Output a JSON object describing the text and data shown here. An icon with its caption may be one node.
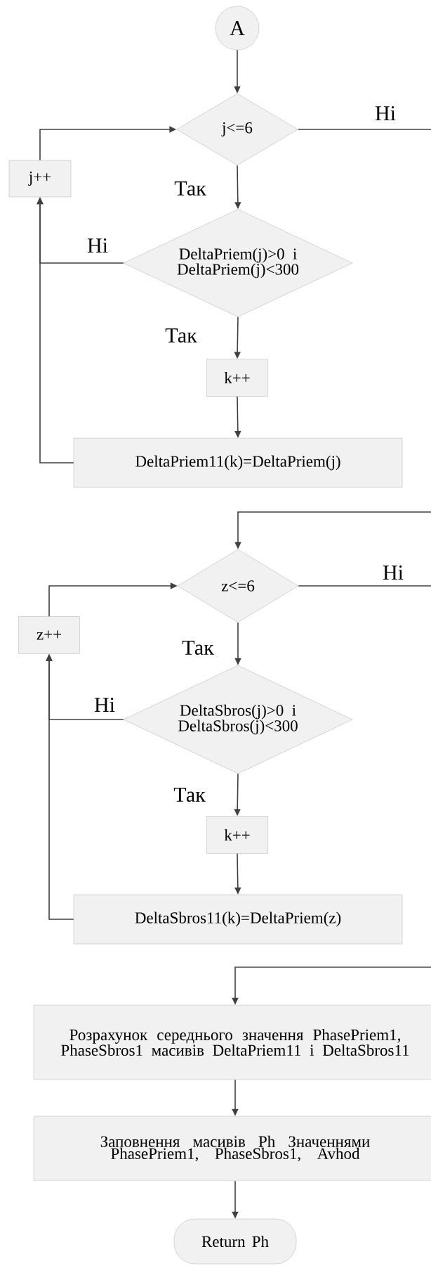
{
  "diagram": {
    "nodes": [
      {
        "text": [
          "A"
        ]
      },
      {
        "text": [
          "j<=6"
        ]
      },
      {
        "text": [
          "j++"
        ]
      },
      {
        "text": [
          "DeltaPriem(j)>0 і DeltaPriem(j)<300"
        ]
      },
      {
        "text": [
          "k++"
        ]
      },
      {
        "text": [
          "DeltaPriem11(k)=DeltaPriem(j)"
        ]
      },
      {
        "text": [
          "z<=6"
        ]
      },
      {
        "text": [
          "z++"
        ]
      },
      {
        "text": [
          "DeltaSbros(j)>0 і DeltaSbros(j)<300"
        ]
      },
      {
        "text": [
          "k++"
        ]
      },
      {
        "text": [
          "DeltaSbros11(k)=DeltaPriem(z)"
        ]
      },
      {
        "text": [
          "Розрахунок середнього значення PhasePriem1, PhaseSbros1 масивів DeltaPriem11 і DeltaSbros11"
        ]
      },
      {
        "text": [
          "Заповнення масивів Ph Значеннями PhasePriem1, PhaseSbros1, Avhod"
        ]
      },
      {
        "text": [
          "Return Ph"
        ]
      }
    ],
    "edges": [
      {
        "from": 0,
        "to": 1,
        "arrow": "to"
      },
      {
        "from": 1,
        "to": null,
        "arrow": "none",
        "label": "Ні"
      },
      {
        "from": 1,
        "to": 3,
        "arrow": "to",
        "label": "Так"
      },
      {
        "from": 3,
        "to": 2,
        "arrow": "to",
        "label": "Ні"
      },
      {
        "from": 3,
        "to": 4,
        "arrow": "to",
        "label": "Так"
      },
      {
        "from": 4,
        "to": 5,
        "arrow": "to"
      },
      {
        "from": 5,
        "to": 2,
        "arrow": "to"
      },
      {
        "from": 2,
        "to": 1,
        "arrow": "to"
      },
      {
        "from": null,
        "to": 6,
        "arrow": "to"
      },
      {
        "from": 6,
        "to": null,
        "arrow": "none",
        "label": "Ні"
      },
      {
        "from": 6,
        "to": 8,
        "arrow": "to",
        "label": "Так"
      },
      {
        "from": 8,
        "to": 7,
        "arrow": "to",
        "label": "Ні"
      },
      {
        "from": 8,
        "to": 9,
        "arrow": "to",
        "label": "Так"
      },
      {
        "from": 9,
        "to": 10,
        "arrow": "to"
      },
      {
        "from": 10,
        "to": 7,
        "arrow": "to"
      },
      {
        "from": 7,
        "to": 6,
        "arrow": "to"
      },
      {
        "from": null,
        "to": 11,
        "arrow": "to"
      },
      {
        "from": 11,
        "to": 12,
        "arrow": "to"
      },
      {
        "from": 12,
        "to": 13,
        "arrow": "to"
      }
    ]
  }
}
